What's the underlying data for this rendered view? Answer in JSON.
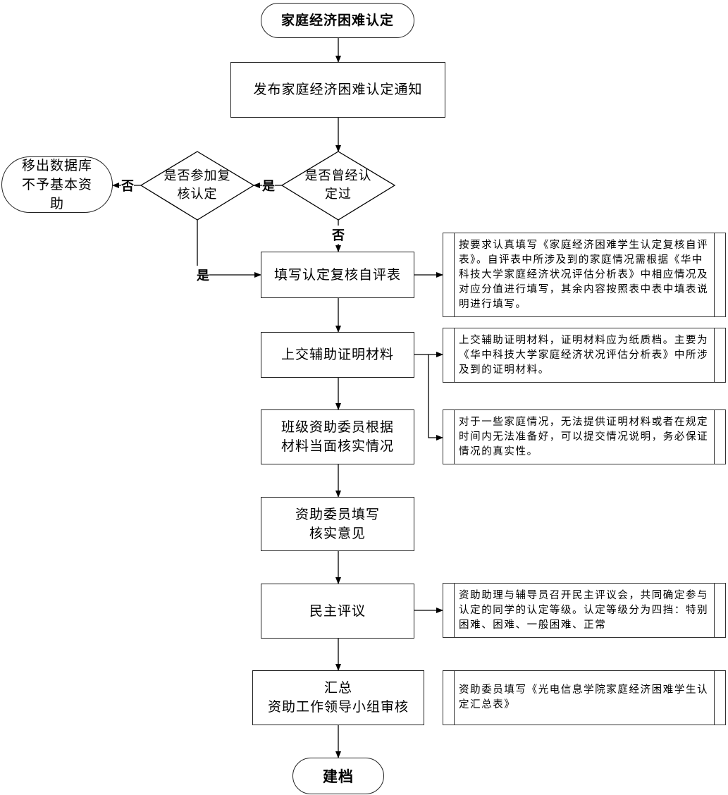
{
  "title": "家庭经济困难认定",
  "steps": {
    "publish": "发布家庭经济困难认定通知",
    "decision_previously": "是否曾经认定过",
    "decision_review": "是否参加复核认定",
    "remove": "移出数据库不予基本资助",
    "fill_form": "填写认定复核自评表",
    "submit_materials": "上交辅助证明材料",
    "verify": "班级资助委员根据材料当面核实情况",
    "opinion": "资助委员填写核实意见",
    "democratic": "民主评议",
    "summary_line1": "汇总",
    "summary_line2": "资助工作领导小组审核",
    "archive": "建档"
  },
  "labels": {
    "yes": "是",
    "no": "否"
  },
  "notes": {
    "fill_form": "按要求认真填写《家庭经济困难学生认定复核自评表》。自评表中所涉及到的家庭情况需根据《华中科技大学家庭经济状况评估分析表》中相应情况及对应分值进行填写，其余内容按照表中表中填表说明进行填写。",
    "materials": "上交辅助证明材料，证明材料应为纸质档。主要为《华中科技大学家庭经济状况评估分析表》中所涉及到的证明材料。",
    "no_materials": "对于一些家庭情况，无法提供证明材料或者在规定时间内无法准备好，可以提交情况说明，务必保证情况的真实性。",
    "democratic": "资助助理与辅导员召开民主评议会，共同确定参与认定的同学的认定等级。认定等级分为四挡：特别困难、困难、一般困难、正常",
    "summary": "资助委员填写《光电信息学院家庭经济困难学生认定汇总表》"
  }
}
